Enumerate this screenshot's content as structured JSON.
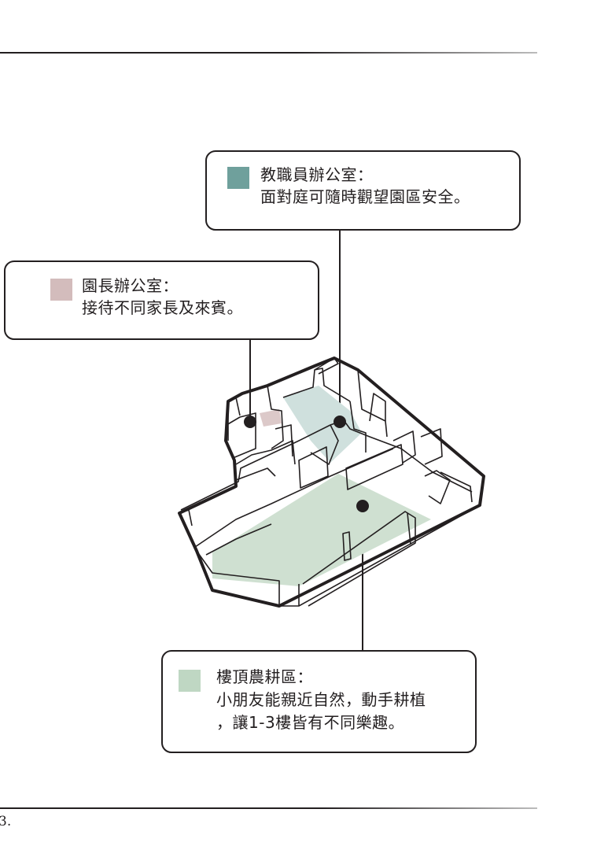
{
  "colors": {
    "staff_office": "#6fa09c",
    "director_office": "#d3bcbc",
    "rooftop_farm": "#bfd7c3"
  },
  "callouts": {
    "staff_office": {
      "title": "教職員辦公室：",
      "lines": [
        "面對庭可隨時觀望園區安全。"
      ]
    },
    "director_office": {
      "title": "園長辦公室：",
      "lines": [
        "接待不同家長及來賓。"
      ]
    },
    "rooftop_farm": {
      "title": "樓頂農耕區：",
      "lines": [
        "小朋友能親近自然，動手耕植",
        "，讓1-3樓皆有不同樂趣。"
      ]
    }
  },
  "footer": {
    "page_number": "3."
  }
}
